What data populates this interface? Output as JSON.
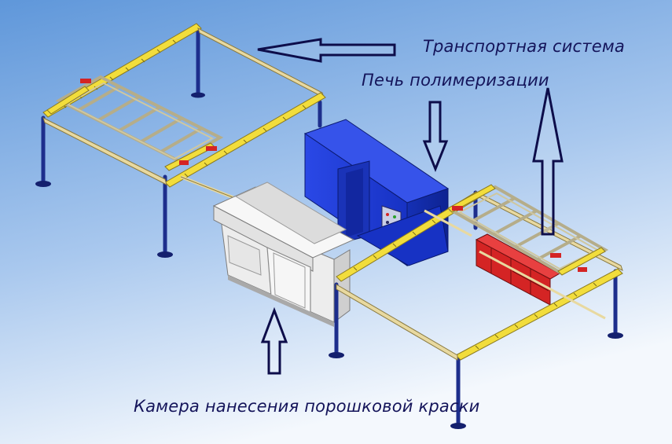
{
  "labels": {
    "transport_system": "Транспортная система",
    "curing_oven": "Печь полимеризации",
    "powder_booth": "Камера нанесения порошковой краски"
  },
  "colors": {
    "background_top": "#6a9fdd",
    "background_bottom": "#eef4fb",
    "text": "#14145a",
    "arrow": "#0d0d4a",
    "rail_yellow": "#f2dd3c",
    "rail_beige": "#e8d9a0",
    "frame_steel": "#b5ad8a",
    "legs": "#1d2e8c",
    "oven_blue": "#1f3bd6",
    "oven_blue_dark": "#122aa8",
    "booth_white": "#ededed",
    "cabinet_red": "#d42424"
  },
  "icons": {
    "arrows": [
      "arrow-left-icon",
      "arrow-down-icon",
      "arrow-up-icon"
    ]
  }
}
